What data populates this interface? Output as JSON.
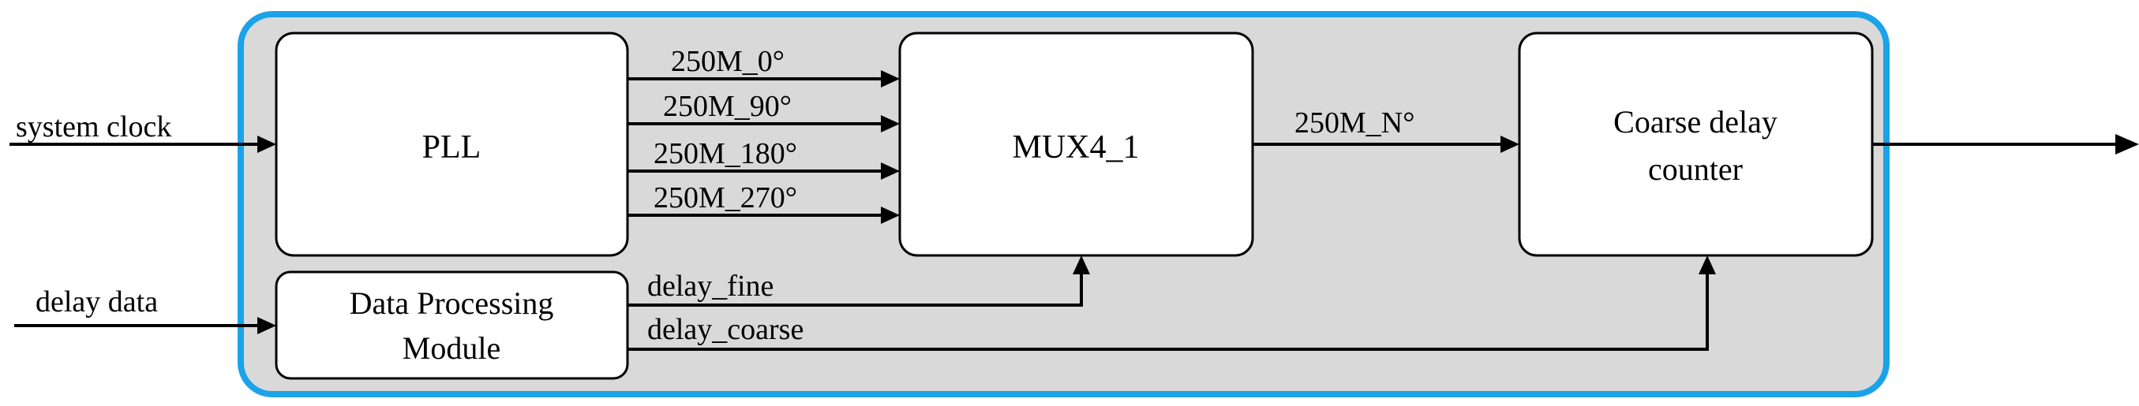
{
  "colors": {
    "frame_stroke": "#1aa3e8",
    "frame_fill": "#d9d9d9",
    "box_fill": "#ffffff",
    "line": "#000000"
  },
  "blocks": {
    "pll": "PLL",
    "mux": "MUX4_1",
    "coarse_counter": {
      "line1": "Coarse delay",
      "line2": "counter"
    },
    "data_processing": {
      "line1": "Data Processing",
      "line2": "Module"
    }
  },
  "signals": {
    "system_clock": "system clock",
    "delay_data": "delay data",
    "pll_outputs": [
      "250M_0°",
      "250M_90°",
      "250M_180°",
      "250M_270°"
    ],
    "mux_output": "250M_N°",
    "delay_fine": "delay_fine",
    "delay_coarse": "delay_coarse"
  }
}
